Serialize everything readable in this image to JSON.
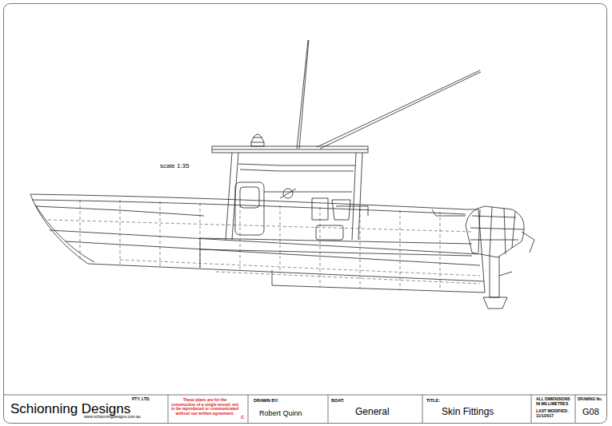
{
  "diagram": {
    "nodes": [
      {
        "text": [
          "Schionning Designs",
          "PTY. LTD.",
          "www.schionningdesigns.com.au"
        ]
      },
      {
        "text": [
          "These plans are for the construction of a single vessel; not to be reproduced or communicated without our written agreement.",
          "C"
        ]
      },
      {
        "text": [
          "DRAWN BY:",
          "Robert Quinn"
        ]
      },
      {
        "text": [
          "BOAT:",
          "General"
        ]
      },
      {
        "text": [
          "TITLE:",
          "Skin Fittings"
        ]
      },
      {
        "text": [
          "ALL DIMENSIONS IN MILLIMETRES",
          "LAST MODIFIED:",
          "11/1/2017"
        ]
      },
      {
        "text": [
          "DRAWING No.",
          "G08"
        ]
      }
    ],
    "labels": [
      "scale 1:35"
    ]
  }
}
